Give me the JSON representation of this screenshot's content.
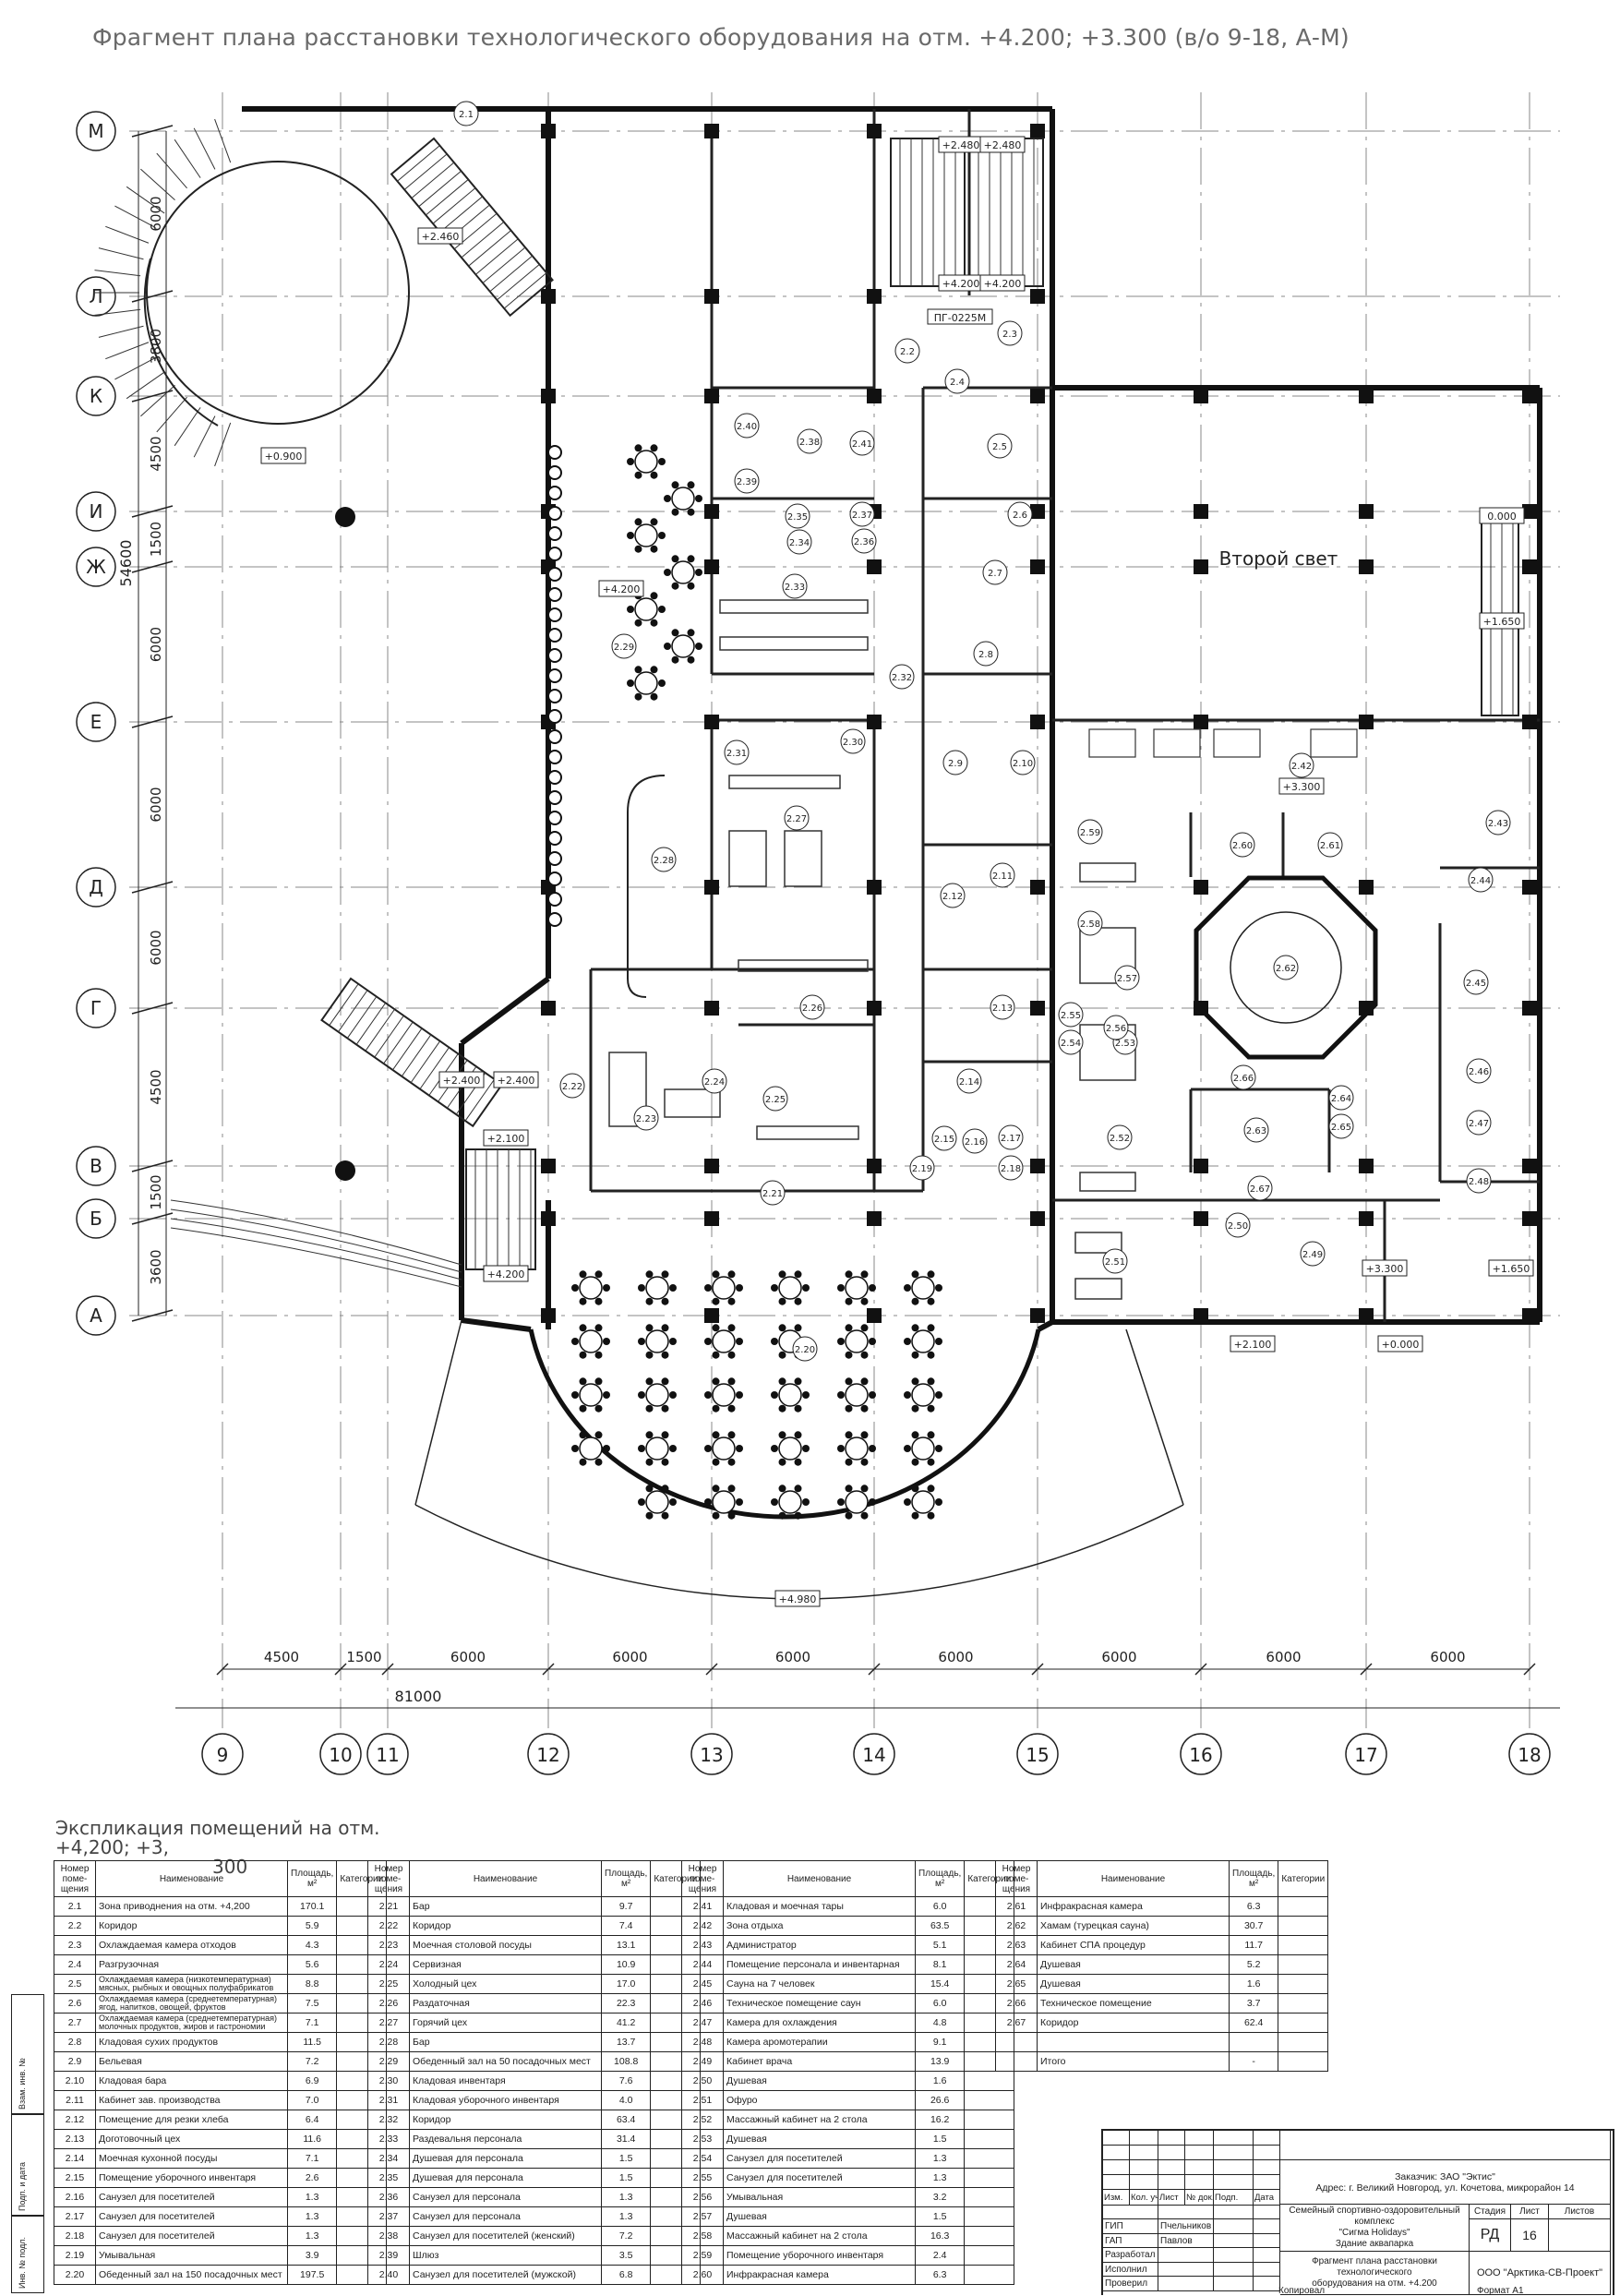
{
  "sheet_title": "Фрагмент плана расстановки технологического оборудования на отм. +4.200; +3.300 (в/о 9-18, А-М)",
  "plan": {
    "axes": {
      "rows": [
        "М",
        "Л",
        "К",
        "И",
        "Ж",
        "Е",
        "Д",
        "Г",
        "В",
        "Б",
        "А"
      ],
      "cols": [
        "9",
        "10",
        "11",
        "12",
        "13",
        "14",
        "15",
        "16",
        "17",
        "18"
      ],
      "row_dims": [
        "6000",
        "3800",
        "4500",
        "1500",
        "6000",
        "6000",
        "6000",
        "4500",
        "1500",
        "3600"
      ],
      "row_total": "54600",
      "col_dims": [
        "4500",
        "1500",
        "6000",
        "6000",
        "6000",
        "6000",
        "6000",
        "6000",
        "6000"
      ],
      "col_total": "81000"
    },
    "second_light_label": "Второй свет",
    "equipment_label": "ПГ-0225М",
    "elevations": [
      "+2.480",
      "+2.480",
      "+4.200",
      "+4.200",
      "+2.460",
      "+0.900",
      "+4.200",
      "+3.300",
      "0.000",
      "+1.650",
      "+2.400",
      "+2.400",
      "+2.100",
      "+4.200",
      "+2.100",
      "+0.000",
      "+3.300",
      "+1.650",
      "+4.980"
    ],
    "room_tags": [
      "2.1",
      "2.2",
      "2.3",
      "2.4",
      "2.5",
      "2.6",
      "2.7",
      "2.8",
      "2.9",
      "2.10",
      "2.11",
      "2.12",
      "2.13",
      "2.14",
      "2.15",
      "2.16",
      "2.17",
      "2.18",
      "2.19",
      "2.20",
      "2.21",
      "2.22",
      "2.23",
      "2.24",
      "2.25",
      "2.26",
      "2.27",
      "2.28",
      "2.29",
      "2.30",
      "2.31",
      "2.32",
      "2.33",
      "2.34",
      "2.35",
      "2.36",
      "2.37",
      "2.38",
      "2.39",
      "2.40",
      "2.41",
      "2.42",
      "2.43",
      "2.44",
      "2.45",
      "2.46",
      "2.47",
      "2.48",
      "2.49",
      "2.50",
      "2.51",
      "2.52",
      "2.53",
      "2.54",
      "2.55",
      "2.56",
      "2.57",
      "2.58",
      "2.59",
      "2.60",
      "2.61",
      "2.62",
      "2.63",
      "2.64",
      "2.65",
      "2.66",
      "2.67"
    ]
  },
  "explication": {
    "title_line1": "Экспликация помещений на отм. +4,200; +3,",
    "title_line2": "300",
    "headers": {
      "num": "Номер\nпоме-\nщения",
      "name": "Наименование",
      "area": "Площадь,\nм²",
      "cat": "Категории"
    },
    "groups": [
      [
        {
          "num": "2.1",
          "name": "Зона приводнения на отм. +4,200",
          "area": "170.1",
          "cat": ""
        },
        {
          "num": "2.2",
          "name": "Коридор",
          "area": "5.9",
          "cat": ""
        },
        {
          "num": "2.3",
          "name": "Охлаждаемая камера отходов",
          "area": "4.3",
          "cat": ""
        },
        {
          "num": "2.4",
          "name": "Разгрузочная",
          "area": "5.6",
          "cat": ""
        },
        {
          "num": "2.5",
          "name": "Охлаждаемая камера (низкотемпературная) мясных, рыбных и овощных полуфабрикатов",
          "area": "8.8",
          "cat": ""
        },
        {
          "num": "2.6",
          "name": "Охлаждаемая камера (среднетемпературная) ягод, напитков, овощей, фруктов",
          "area": "7.5",
          "cat": ""
        },
        {
          "num": "2.7",
          "name": "Охлаждаемая камера (среднетемпературная) молочных продуктов, жиров и гастрономии",
          "area": "7.1",
          "cat": ""
        },
        {
          "num": "2.8",
          "name": "Кладовая сухих продуктов",
          "area": "11.5",
          "cat": ""
        },
        {
          "num": "2.9",
          "name": "Бельевая",
          "area": "7.2",
          "cat": ""
        },
        {
          "num": "2.10",
          "name": "Кладовая бара",
          "area": "6.9",
          "cat": ""
        },
        {
          "num": "2.11",
          "name": "Кабинет зав. производства",
          "area": "7.0",
          "cat": ""
        },
        {
          "num": "2.12",
          "name": "Помещение для резки хлеба",
          "area": "6.4",
          "cat": ""
        },
        {
          "num": "2.13",
          "name": "Доготовочный цех",
          "area": "11.6",
          "cat": ""
        },
        {
          "num": "2.14",
          "name": "Моечная кухонной посуды",
          "area": "7.1",
          "cat": ""
        },
        {
          "num": "2.15",
          "name": "Помещение уборочного инвентаря",
          "area": "2.6",
          "cat": ""
        },
        {
          "num": "2.16",
          "name": "Санузел для посетителей",
          "area": "1.3",
          "cat": ""
        },
        {
          "num": "2.17",
          "name": "Санузел для посетителей",
          "area": "1.3",
          "cat": ""
        },
        {
          "num": "2.18",
          "name": "Санузел для посетителей",
          "area": "1.3",
          "cat": ""
        },
        {
          "num": "2.19",
          "name": "Умывальная",
          "area": "3.9",
          "cat": ""
        },
        {
          "num": "2.20",
          "name": "Обеденный зал на 150 посадочных мест",
          "area": "197.5",
          "cat": ""
        }
      ],
      [
        {
          "num": "2.21",
          "name": "Бар",
          "area": "9.7",
          "cat": ""
        },
        {
          "num": "2.22",
          "name": "Коридор",
          "area": "7.4",
          "cat": ""
        },
        {
          "num": "2.23",
          "name": "Моечная столовой посуды",
          "area": "13.1",
          "cat": ""
        },
        {
          "num": "2.24",
          "name": "Сервизная",
          "area": "10.9",
          "cat": ""
        },
        {
          "num": "2.25",
          "name": "Холодный цех",
          "area": "17.0",
          "cat": ""
        },
        {
          "num": "2.26",
          "name": "Раздаточная",
          "area": "22.3",
          "cat": ""
        },
        {
          "num": "2.27",
          "name": "Горячий цех",
          "area": "41.2",
          "cat": ""
        },
        {
          "num": "2.28",
          "name": "Бар",
          "area": "13.7",
          "cat": ""
        },
        {
          "num": "2.29",
          "name": "Обеденный зал на 50 посадочных мест",
          "area": "108.8",
          "cat": ""
        },
        {
          "num": "2.30",
          "name": "Кладовая инвентаря",
          "area": "7.6",
          "cat": ""
        },
        {
          "num": "2.31",
          "name": "Кладовая уборочного инвентаря",
          "area": "4.0",
          "cat": ""
        },
        {
          "num": "2.32",
          "name": "Коридор",
          "area": "63.4",
          "cat": ""
        },
        {
          "num": "2.33",
          "name": "Раздевальня персонала",
          "area": "31.4",
          "cat": ""
        },
        {
          "num": "2.34",
          "name": "Душевая для персонала",
          "area": "1.5",
          "cat": ""
        },
        {
          "num": "2.35",
          "name": "Душевая для персонала",
          "area": "1.5",
          "cat": ""
        },
        {
          "num": "2.36",
          "name": "Санузел для персонала",
          "area": "1.3",
          "cat": ""
        },
        {
          "num": "2.37",
          "name": "Санузел для персонала",
          "area": "1.3",
          "cat": ""
        },
        {
          "num": "2.38",
          "name": "Санузел для посетителей (женский)",
          "area": "7.2",
          "cat": ""
        },
        {
          "num": "2.39",
          "name": "Шлюз",
          "area": "3.5",
          "cat": ""
        },
        {
          "num": "2.40",
          "name": "Санузел для посетителей (мужской)",
          "area": "6.8",
          "cat": ""
        }
      ],
      [
        {
          "num": "2.41",
          "name": "Кладовая и моечная тары",
          "area": "6.0",
          "cat": ""
        },
        {
          "num": "2.42",
          "name": "Зона отдыха",
          "area": "63.5",
          "cat": ""
        },
        {
          "num": "2.43",
          "name": "Администратор",
          "area": "5.1",
          "cat": ""
        },
        {
          "num": "2.44",
          "name": "Помещение персонала и инвентарная",
          "area": "8.1",
          "cat": ""
        },
        {
          "num": "2.45",
          "name": "Сауна на 7 человек",
          "area": "15.4",
          "cat": ""
        },
        {
          "num": "2.46",
          "name": "Техническое помещение саун",
          "area": "6.0",
          "cat": ""
        },
        {
          "num": "2.47",
          "name": "Камера для охлаждения",
          "area": "4.8",
          "cat": ""
        },
        {
          "num": "2.48",
          "name": "Камера аромотерапии",
          "area": "9.1",
          "cat": ""
        },
        {
          "num": "2.49",
          "name": "Кабинет врача",
          "area": "13.9",
          "cat": ""
        },
        {
          "num": "2.50",
          "name": "Душевая",
          "area": "1.6",
          "cat": ""
        },
        {
          "num": "2.51",
          "name": "Офуро",
          "area": "26.6",
          "cat": ""
        },
        {
          "num": "2.52",
          "name": "Массажный кабинет на 2 стола",
          "area": "16.2",
          "cat": ""
        },
        {
          "num": "2.53",
          "name": "Душевая",
          "area": "1.5",
          "cat": ""
        },
        {
          "num": "2.54",
          "name": "Санузел для посетителей",
          "area": "1.3",
          "cat": ""
        },
        {
          "num": "2.55",
          "name": "Санузел для посетителей",
          "area": "1.3",
          "cat": ""
        },
        {
          "num": "2.56",
          "name": "Умывальная",
          "area": "3.2",
          "cat": ""
        },
        {
          "num": "2.57",
          "name": "Душевая",
          "area": "1.5",
          "cat": ""
        },
        {
          "num": "2.58",
          "name": "Массажный кабинет на 2 стола",
          "area": "16.3",
          "cat": ""
        },
        {
          "num": "2.59",
          "name": "Помещение уборочного инвентаря",
          "area": "2.4",
          "cat": ""
        },
        {
          "num": "2.60",
          "name": "Инфракрасная камера",
          "area": "6.3",
          "cat": ""
        }
      ],
      [
        {
          "num": "2.61",
          "name": "Инфракрасная камера",
          "area": "6.3",
          "cat": ""
        },
        {
          "num": "2.62",
          "name": "Хамам (турецкая сауна)",
          "area": "30.7",
          "cat": ""
        },
        {
          "num": "2.63",
          "name": "Кабинет СПА процедур",
          "area": "11.7",
          "cat": ""
        },
        {
          "num": "2.64",
          "name": "Душевая",
          "area": "5.2",
          "cat": ""
        },
        {
          "num": "2.65",
          "name": "Душевая",
          "area": "1.6",
          "cat": ""
        },
        {
          "num": "2.66",
          "name": "Техническое помещение",
          "area": "3.7",
          "cat": ""
        },
        {
          "num": "2.67",
          "name": "Коридор",
          "area": "62.4",
          "cat": ""
        },
        {
          "num": "",
          "name": "",
          "area": "",
          "cat": ""
        },
        {
          "num": "",
          "name": "Итого",
          "area": "-",
          "cat": ""
        }
      ]
    ]
  },
  "title_block": {
    "rev_headers": [
      "Изм.",
      "Кол. уч.",
      "Лист",
      "№ док.",
      "Подп.",
      "Дата"
    ],
    "roles": [
      {
        "role": "ГИП",
        "name": "Пчельников"
      },
      {
        "role": "ГАП",
        "name": "Павлов"
      },
      {
        "role": "Разработал",
        "name": ""
      },
      {
        "role": "Исполнил",
        "name": ""
      },
      {
        "role": "Проверил",
        "name": ""
      }
    ],
    "customer": "Заказчик: ЗАО \"Эктис\"",
    "address": "Адрес: г. Великий Новгород, ул. Кочетова, микрорайон 14",
    "project": "Семейный спортивно-оздоровительный комплекс\n\"Сигма Holidays\"\nЗдание аквапарка",
    "stage_label": "Стадия",
    "sheet_label": "Лист",
    "sheets_label": "Листов",
    "stage": "РД",
    "sheet": "16",
    "sheets": "",
    "sheet_title": "Фрагмент плана расстановки технологического\nоборудования на отм. +4.200",
    "company": "ООО \"Арктика-СВ-Проект\"",
    "footer_copied": "Копировал",
    "footer_format": "Формат А1"
  },
  "margin_stamps": [
    "Взам. инв. №",
    "Подп. и дата",
    "Инв. № подл."
  ]
}
